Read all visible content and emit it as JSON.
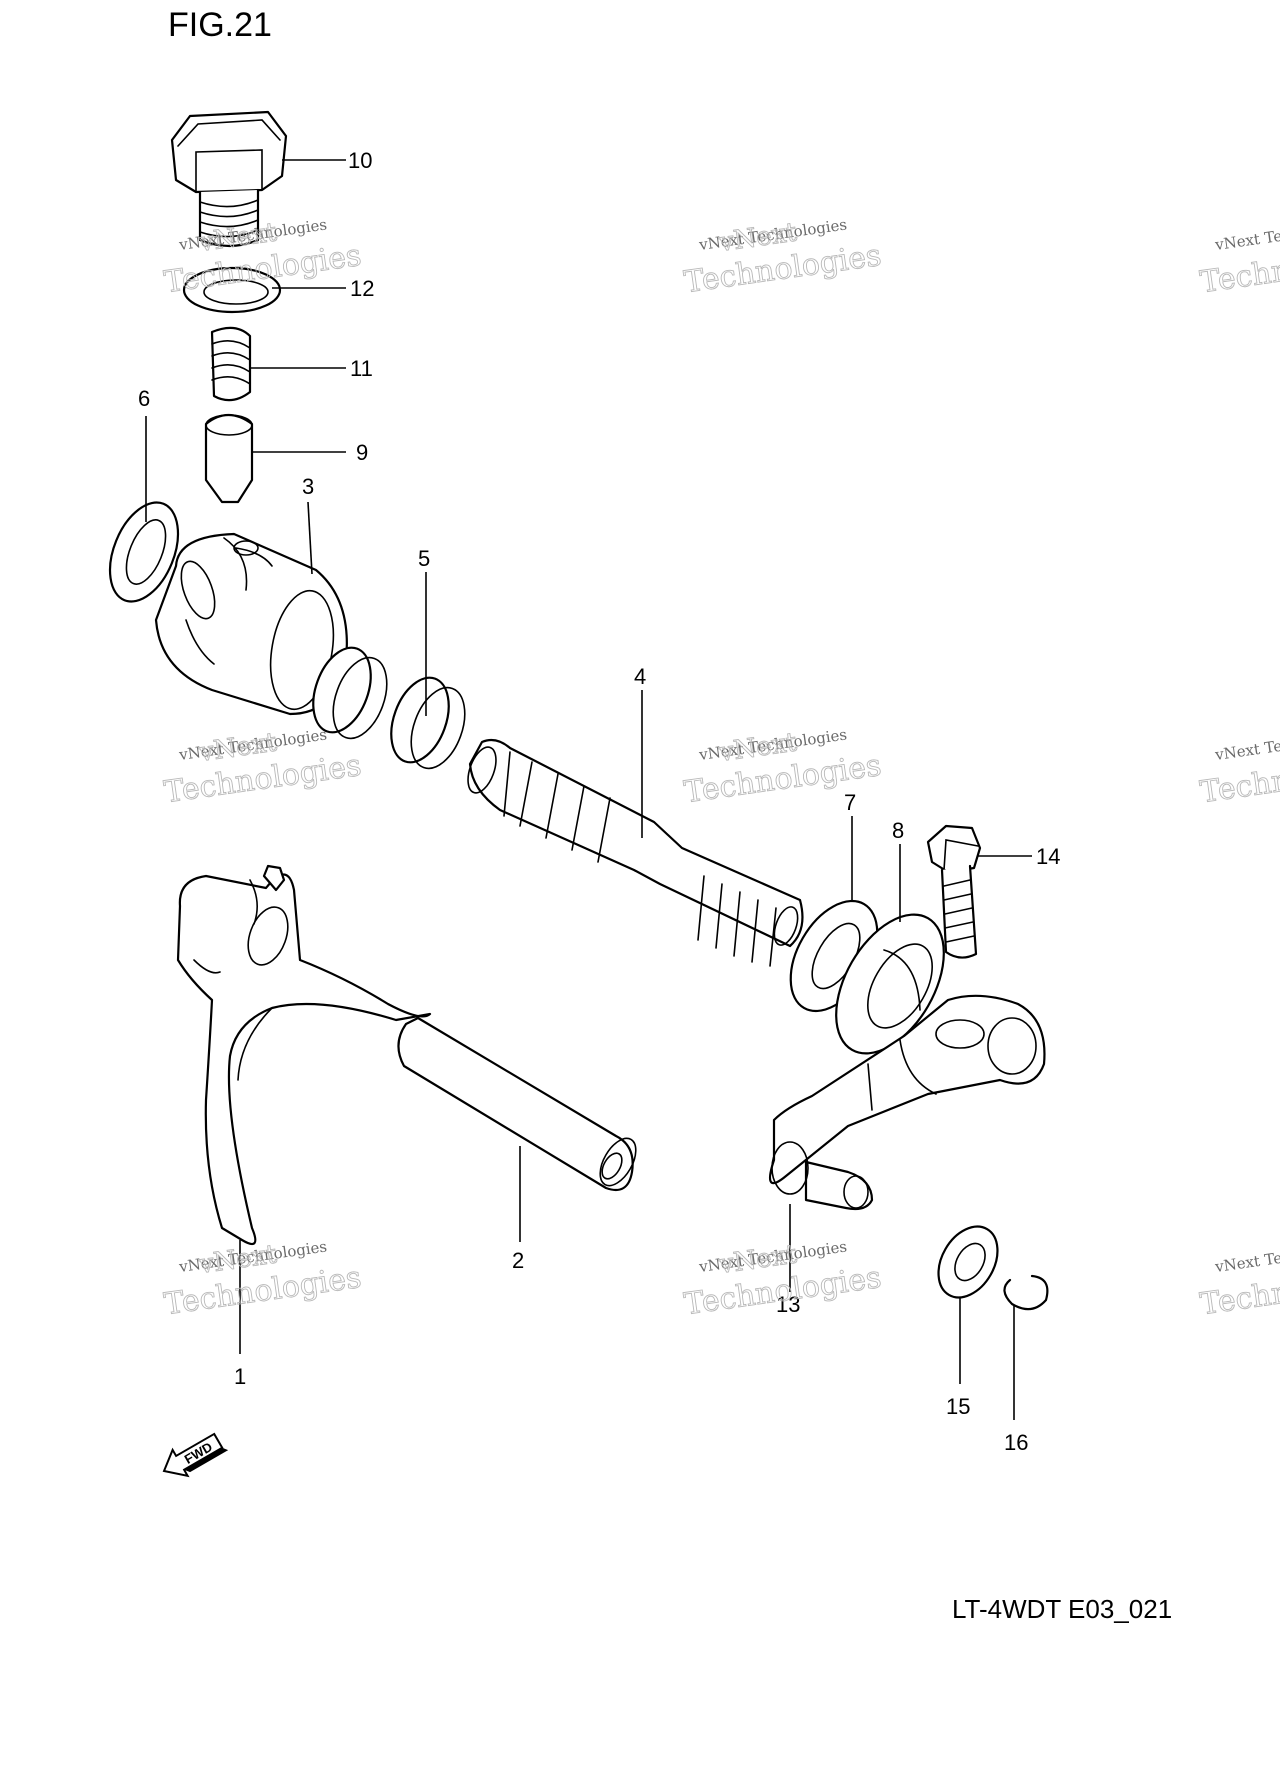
{
  "figure": {
    "title": "FIG.21",
    "drawing_id": "LT-4WDT E03_021"
  },
  "watermark": {
    "line1": "vNext Technologies",
    "line2a": "vNext",
    "line2b": "Technologies"
  },
  "direction_marker": {
    "label": "FWD",
    "icon": "fwd-arrow-icon"
  },
  "callouts": [
    {
      "number": "1"
    },
    {
      "number": "2"
    },
    {
      "number": "3"
    },
    {
      "number": "4"
    },
    {
      "number": "5"
    },
    {
      "number": "6"
    },
    {
      "number": "7"
    },
    {
      "number": "8"
    },
    {
      "number": "9"
    },
    {
      "number": "10"
    },
    {
      "number": "11"
    },
    {
      "number": "12"
    },
    {
      "number": "13"
    },
    {
      "number": "14"
    },
    {
      "number": "15"
    },
    {
      "number": "16"
    }
  ]
}
